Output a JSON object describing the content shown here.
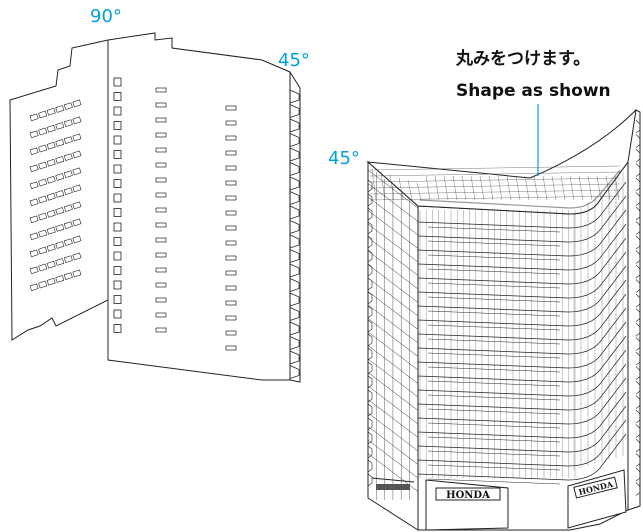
{
  "labels": {
    "angle_top": "90°",
    "angle_right": "45°",
    "angle_left_building": "45°",
    "note_ja": "丸みをつけます。",
    "note_en": "Shape as shown",
    "sign_front": "HONDA",
    "sign_side": "HONDA"
  },
  "colors": {
    "accent": "#00a0e0",
    "ink": "#222222"
  }
}
